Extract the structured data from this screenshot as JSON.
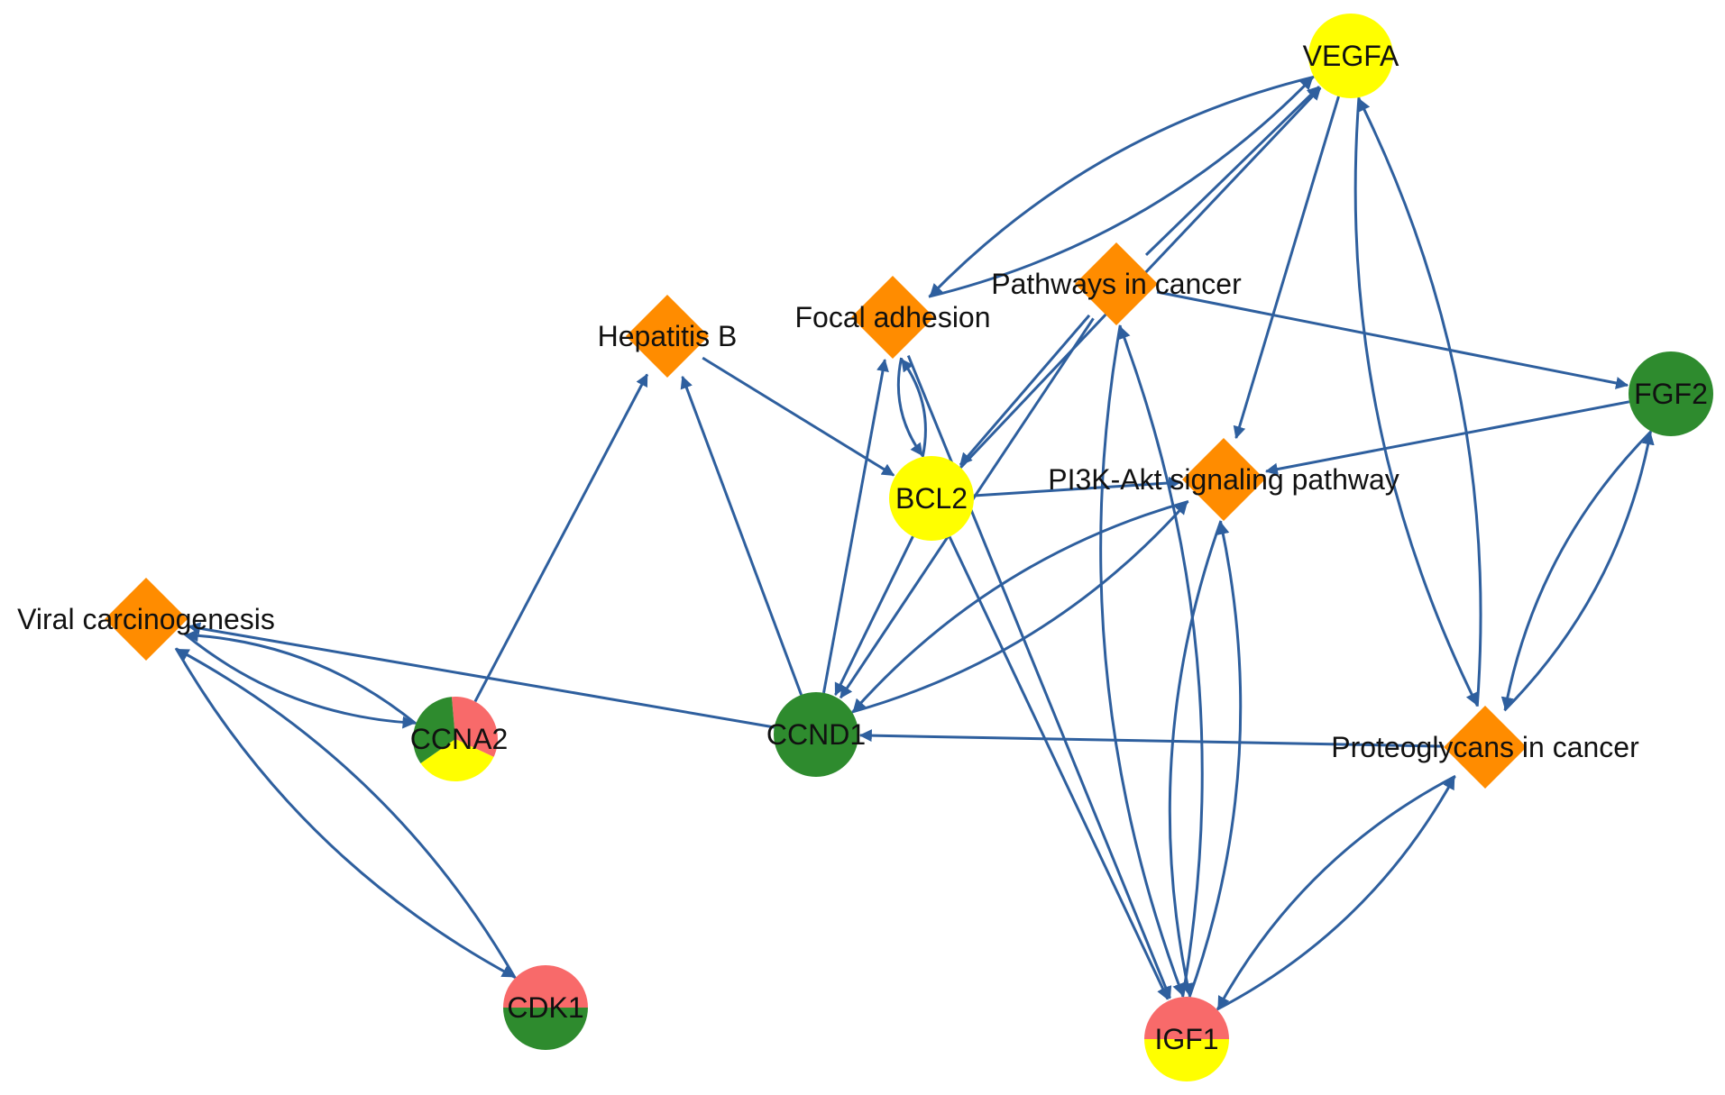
{
  "colors": {
    "edge": "#2e5f9e",
    "pathway": "#ff8c00",
    "green": "#2e8b2e",
    "yellow": "#ffff00",
    "red": "#f86a6a"
  },
  "nodes": [
    {
      "id": "vegfa",
      "label": "VEGFA",
      "shape": "circle",
      "fill": [
        "yellow"
      ]
    },
    {
      "id": "fgf2",
      "label": "FGF2",
      "shape": "circle",
      "fill": [
        "green"
      ]
    },
    {
      "id": "bcl2",
      "label": "BCL2",
      "shape": "circle",
      "fill": [
        "yellow"
      ]
    },
    {
      "id": "ccnd1",
      "label": "CCND1",
      "shape": "circle",
      "fill": [
        "green"
      ]
    },
    {
      "id": "ccna2",
      "label": "CCNA2",
      "shape": "circle",
      "fill": [
        "red",
        "yellow",
        "green"
      ]
    },
    {
      "id": "cdk1",
      "label": "CDK1",
      "shape": "circle",
      "fill": [
        "red",
        "green"
      ]
    },
    {
      "id": "igf1",
      "label": "IGF1",
      "shape": "circle",
      "fill": [
        "red",
        "yellow"
      ]
    },
    {
      "id": "hepb",
      "label": "Hepatitis B",
      "shape": "diamond",
      "fill": [
        "pathway"
      ]
    },
    {
      "id": "focal",
      "label": "Focal adhesion",
      "shape": "diamond",
      "fill": [
        "pathway"
      ]
    },
    {
      "id": "pic",
      "label": "Pathways in cancer",
      "shape": "diamond",
      "fill": [
        "pathway"
      ]
    },
    {
      "id": "pi3k",
      "label": "PI3K-Akt signaling pathway",
      "shape": "diamond",
      "fill": [
        "pathway"
      ]
    },
    {
      "id": "viral",
      "label": "Viral carcinogenesis",
      "shape": "diamond",
      "fill": [
        "pathway"
      ]
    },
    {
      "id": "proteo",
      "label": "Proteoglycans in cancer",
      "shape": "diamond",
      "fill": [
        "pathway"
      ]
    }
  ],
  "edges": [
    {
      "from": "focal",
      "to": "vegfa"
    },
    {
      "from": "vegfa",
      "to": "focal"
    },
    {
      "from": "pic",
      "to": "vegfa"
    },
    {
      "from": "vegfa",
      "to": "pi3k"
    },
    {
      "from": "vegfa",
      "to": "proteo"
    },
    {
      "from": "proteo",
      "to": "vegfa"
    },
    {
      "from": "bcl2",
      "to": "vegfa"
    },
    {
      "from": "pic",
      "to": "fgf2"
    },
    {
      "from": "fgf2",
      "to": "pi3k"
    },
    {
      "from": "fgf2",
      "to": "proteo"
    },
    {
      "from": "proteo",
      "to": "fgf2"
    },
    {
      "from": "hepb",
      "to": "bcl2"
    },
    {
      "from": "bcl2",
      "to": "focal"
    },
    {
      "from": "focal",
      "to": "bcl2"
    },
    {
      "from": "ccnd1",
      "to": "focal"
    },
    {
      "from": "focal",
      "to": "igf1"
    },
    {
      "from": "pic",
      "to": "bcl2"
    },
    {
      "from": "pic",
      "to": "ccnd1"
    },
    {
      "from": "igf1",
      "to": "pic"
    },
    {
      "from": "pic",
      "to": "igf1"
    },
    {
      "from": "bcl2",
      "to": "pi3k"
    },
    {
      "from": "pi3k",
      "to": "ccnd1"
    },
    {
      "from": "ccnd1",
      "to": "pi3k"
    },
    {
      "from": "igf1",
      "to": "pi3k"
    },
    {
      "from": "pi3k",
      "to": "igf1"
    },
    {
      "from": "bcl2",
      "to": "igf1"
    },
    {
      "from": "bcl2",
      "to": "ccnd1"
    },
    {
      "from": "ccnd1",
      "to": "hepb"
    },
    {
      "from": "ccna2",
      "to": "hepb"
    },
    {
      "from": "ccnd1",
      "to": "viral"
    },
    {
      "from": "viral",
      "to": "ccna2"
    },
    {
      "from": "ccna2",
      "to": "viral"
    },
    {
      "from": "viral",
      "to": "cdk1"
    },
    {
      "from": "cdk1",
      "to": "viral"
    },
    {
      "from": "proteo",
      "to": "ccnd1"
    },
    {
      "from": "igf1",
      "to": "proteo"
    },
    {
      "from": "proteo",
      "to": "igf1"
    }
  ]
}
